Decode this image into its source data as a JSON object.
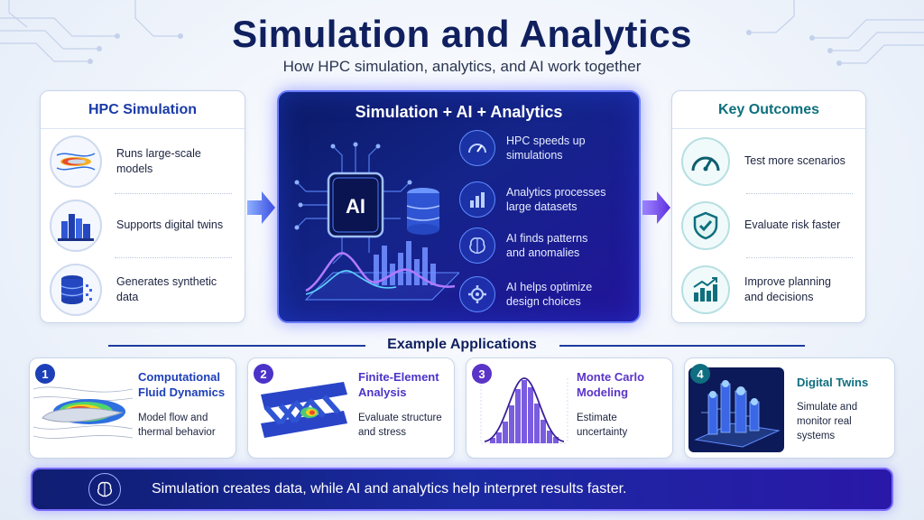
{
  "header": {
    "title": "Simulation and Analytics",
    "subtitle": "How HPC simulation, analytics, and AI work together"
  },
  "left_panel": {
    "title": "HPC Simulation",
    "items": [
      {
        "text": "Runs large-scale models",
        "icon": "airflow-model-icon"
      },
      {
        "text": "Supports digital twins",
        "icon": "city-skyline-icon"
      },
      {
        "text": "Generates synthetic data",
        "icon": "database-icon"
      }
    ]
  },
  "center_panel": {
    "title": "Simulation + AI + Analytics",
    "chip_label": "AI",
    "features": [
      {
        "text": "HPC speeds up simulations",
        "icon": "speedometer-icon"
      },
      {
        "text": "Analytics processes large datasets",
        "icon": "bar-chart-icon"
      },
      {
        "text": "AI finds patterns and anomalies",
        "icon": "brain-icon"
      },
      {
        "text": "AI helps optimize design choices",
        "icon": "gear-icon"
      }
    ]
  },
  "right_panel": {
    "title": "Key Outcomes",
    "items": [
      {
        "text": "Test more scenarios",
        "icon": "gauge-icon"
      },
      {
        "text": "Evaluate risk faster",
        "icon": "shield-check-icon"
      },
      {
        "text": "Improve planning and decisions",
        "icon": "growth-chart-icon"
      }
    ]
  },
  "applications": {
    "title": "Example Applications",
    "cards": [
      {
        "number": "1",
        "title": "Computational Fluid Dynamics",
        "desc": "Model flow and thermal behavior",
        "color": "#1d3fb8"
      },
      {
        "number": "2",
        "title": "Finite-Element Analysis",
        "desc": "Evaluate structure and stress",
        "color": "#4b33c9"
      },
      {
        "number": "3",
        "title": "Monte Carlo Modeling",
        "desc": "Estimate uncertainty",
        "color": "#5a34c7"
      },
      {
        "number": "4",
        "title": "Digital Twins",
        "desc": "Simulate and monitor real systems",
        "color": "#0f6e80"
      }
    ]
  },
  "footer": {
    "text": "Simulation creates data, while AI and analytics help interpret results faster.",
    "icon": "brain-icon"
  },
  "colors": {
    "navy": "#10205f",
    "blue": "#1a3ba8",
    "teal": "#0e6f7d",
    "purple": "#5a34c7"
  }
}
